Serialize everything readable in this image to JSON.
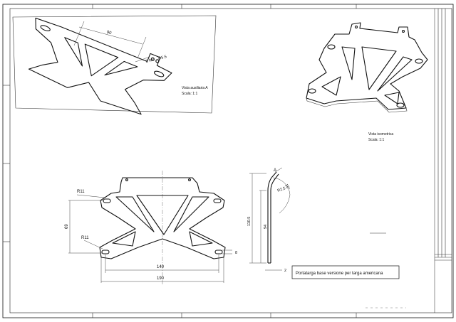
{
  "title_block": {
    "title": "Portatarga base versione per targa americana"
  },
  "views": {
    "auxiliary": {
      "name": "Vista ausiliaria A",
      "scale": "Scala: 1:1"
    },
    "isometric": {
      "name": "Vista isometrica",
      "scale": "Scala: 1:1"
    }
  },
  "dimensions": {
    "aux_spacing": "90",
    "aux_holes": "2 fori",
    "aux_hole_dia": "∅5.5",
    "radius_top": "R11",
    "radius_bottom": "R11",
    "height_front": "69",
    "width_inner": "140",
    "width_outer": "190",
    "slot": "8",
    "side_total": "110.5",
    "side_inner": "94",
    "bend_radius": "R2.5",
    "bend_angle": "15°",
    "thickness": "2",
    "view_letter": "A"
  }
}
